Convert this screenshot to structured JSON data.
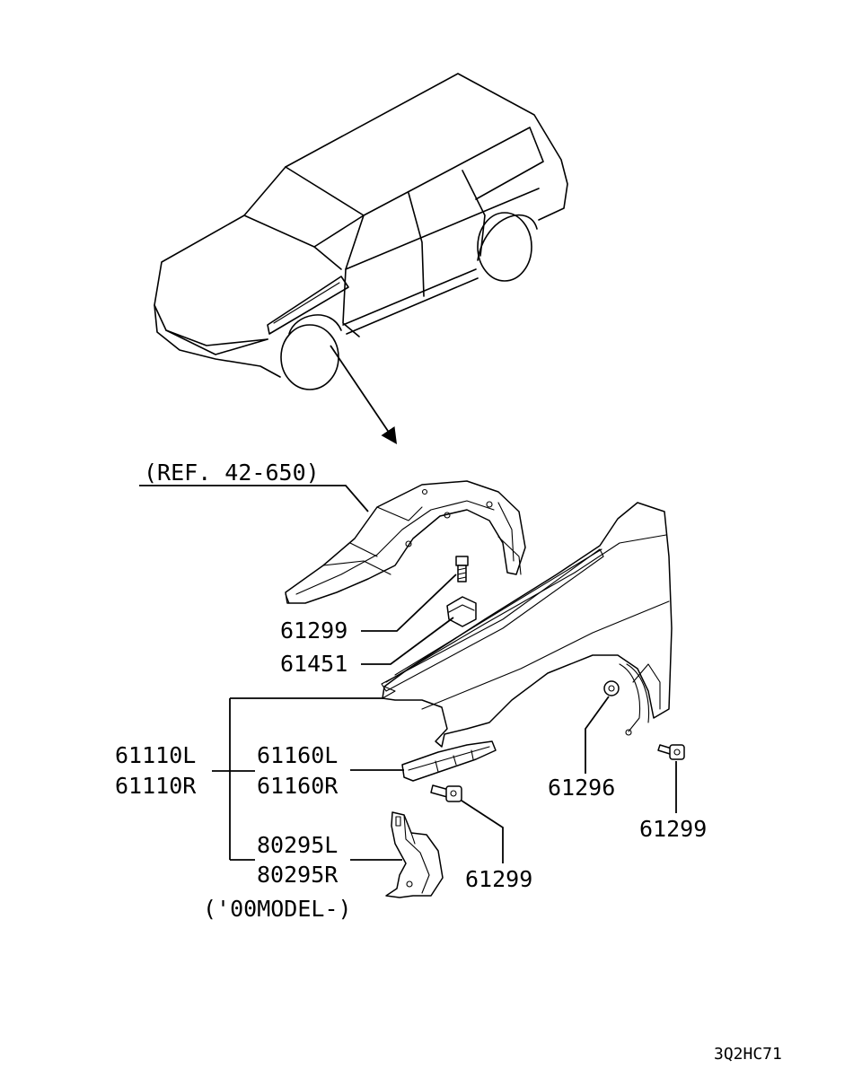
{
  "reference_note": "(REF. 42-650)",
  "model_note": "('00MODEL-)",
  "diagram_code": "3Q2HC71",
  "part_labels": {
    "bolt_upper": "61299",
    "bracket": "61451",
    "fender_left": "61110L",
    "fender_right": "61110R",
    "brace_left": "61160L",
    "brace_right": "61160R",
    "clip": "61296",
    "bolt_rear": "61299",
    "shield_left": "80295L",
    "shield_right": "80295R",
    "bolt_lower": "61299"
  }
}
